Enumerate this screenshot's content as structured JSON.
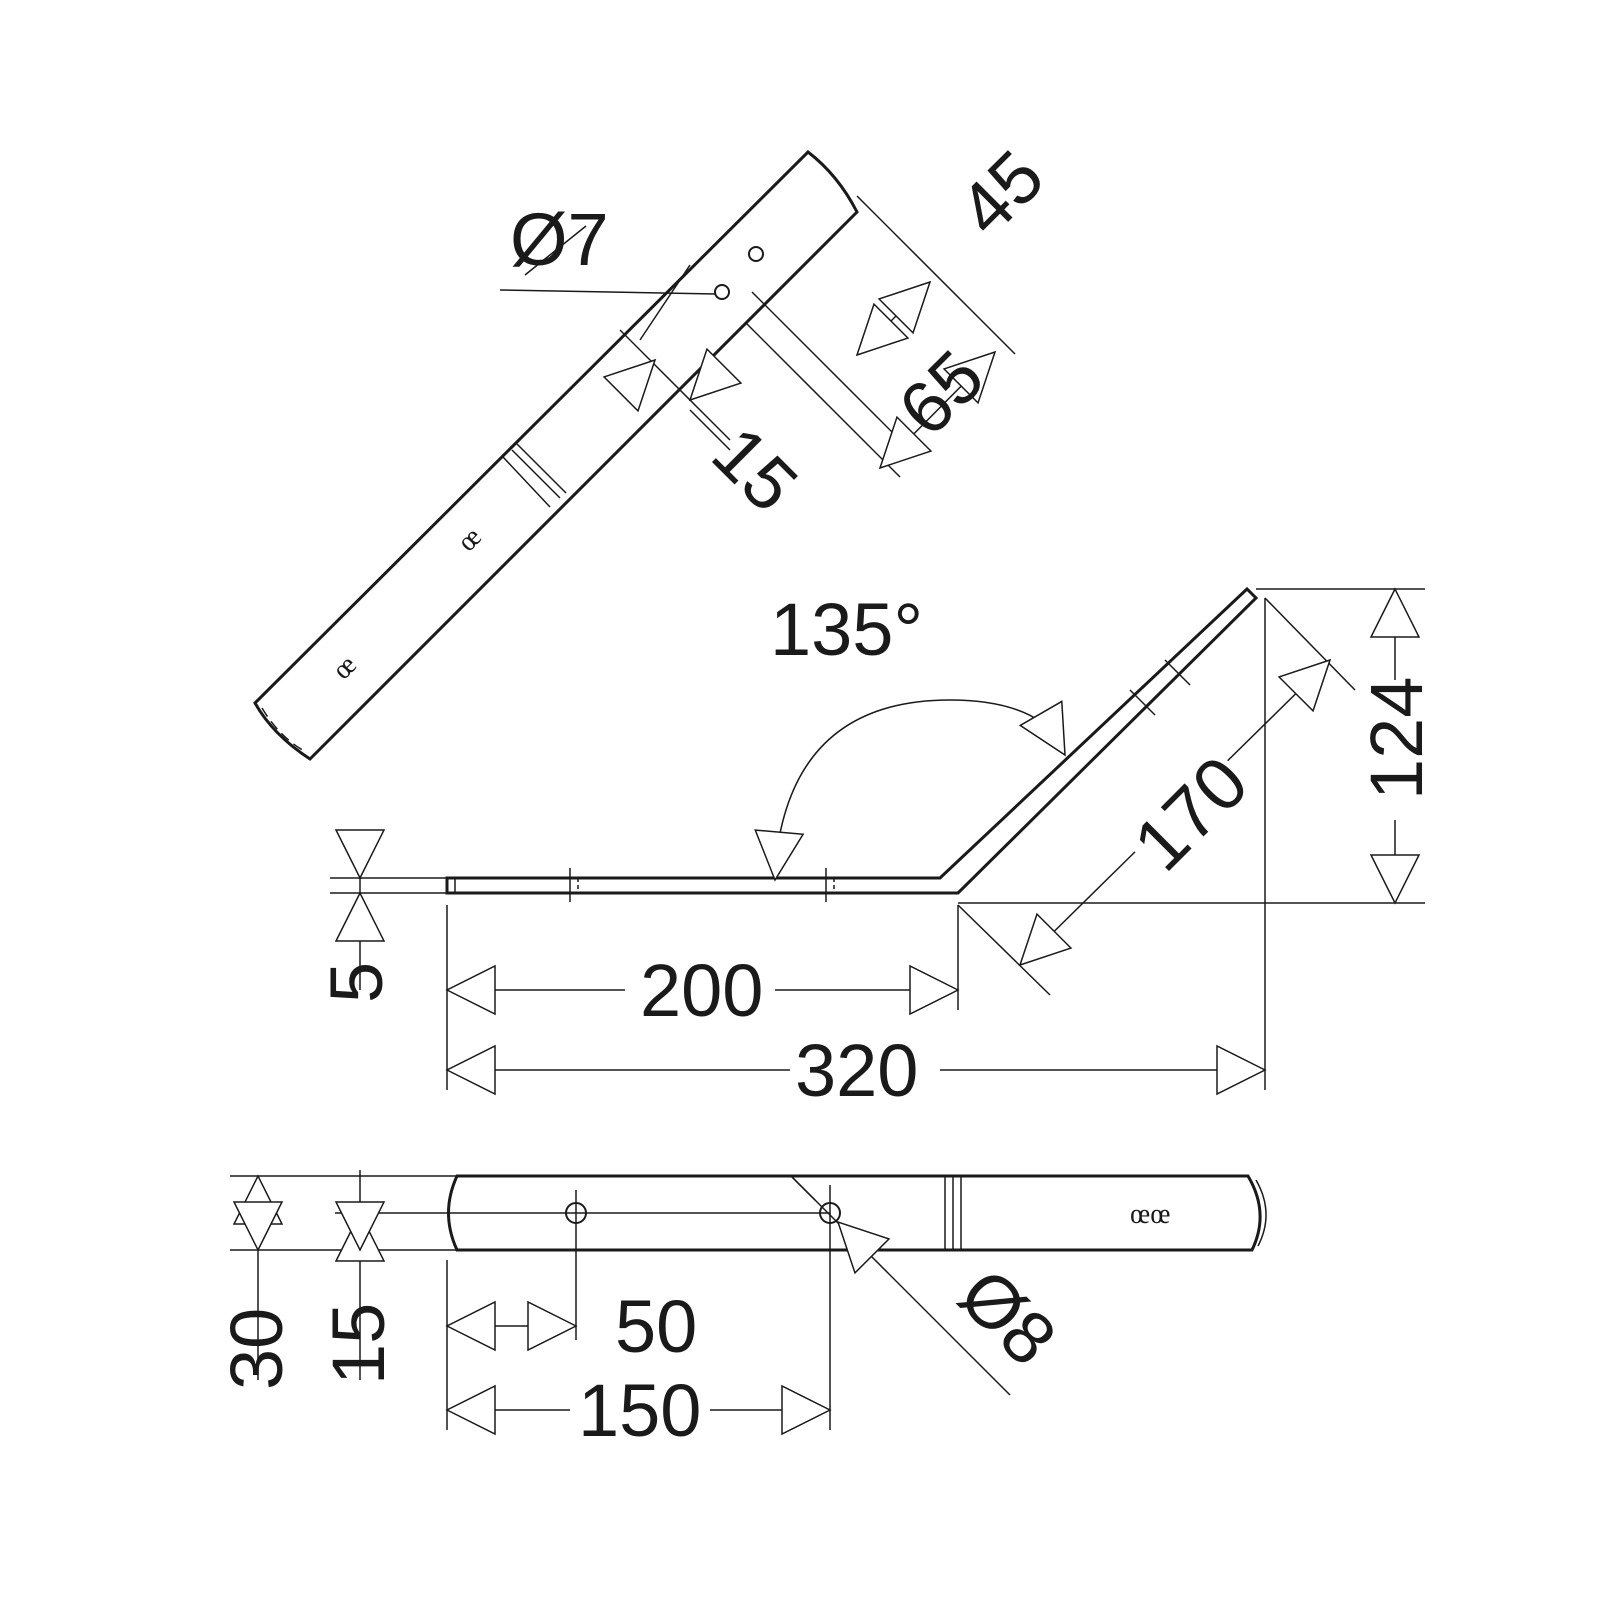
{
  "dimensions": {
    "top_hole": "Ø7",
    "top_45": "45",
    "top_65": "65",
    "top_15": "15",
    "angle": "135°",
    "thickness": "5",
    "length_200": "200",
    "length_320": "320",
    "leg_170": "170",
    "height_124": "124",
    "width_30": "30",
    "offset_15": "15",
    "hole_50": "50",
    "hole_150": "150",
    "bottom_hole": "Ø8"
  },
  "marks": {
    "top_mark_1": "œ",
    "top_mark_2": "œ",
    "bottom_mark": "œœ"
  },
  "colors": {
    "line": "#1a1a1a",
    "background": "#ffffff"
  }
}
